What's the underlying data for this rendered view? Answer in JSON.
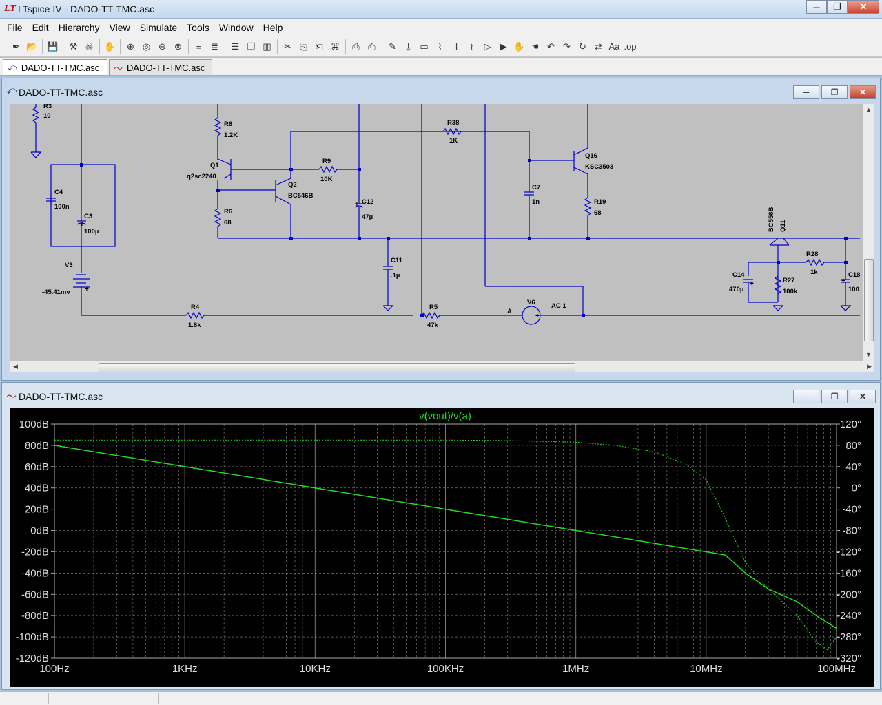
{
  "window": {
    "title": "LTspice IV - DADO-TT-TMC.asc",
    "icon": "LT"
  },
  "menu": [
    "File",
    "Edit",
    "Hierarchy",
    "View",
    "Simulate",
    "Tools",
    "Window",
    "Help"
  ],
  "toolbar_icons": [
    "new-schematic-icon",
    "open-icon",
    "save-icon",
    "control-panel-icon",
    "run-icon",
    "halt-icon",
    "zoom-in-icon",
    "zoom-full-icon",
    "zoom-out-icon",
    "zoom-cancel-icon",
    "autorange-icon",
    "mark-icon",
    "tile-horizontal-icon",
    "cascade-icon",
    "tile-vertical-icon",
    "cut-icon",
    "copy-icon",
    "paste-icon",
    "find-icon",
    "print-setup-icon",
    "print-icon",
    "wire-icon",
    "ground-icon",
    "label-icon",
    "resistor-icon",
    "capacitor-icon",
    "inductor-icon",
    "diode-icon",
    "component-icon",
    "move-icon",
    "drag-icon",
    "undo-icon",
    "redo-icon",
    "rotate-icon",
    "mirror-icon",
    "text-icon",
    "spice-directive-icon"
  ],
  "tabs": [
    {
      "label": "DADO-TT-TMC.asc",
      "icon": "schematic-icon",
      "active": true
    },
    {
      "label": "DADO-TT-TMC.asc",
      "icon": "waveform-icon",
      "active": false
    }
  ],
  "schematic_window": {
    "title": "DADO-TT-TMC.asc"
  },
  "plot_window": {
    "title": "DADO-TT-TMC.asc"
  },
  "schematic": {
    "labels": {
      "r3": "R3",
      "r3v": "10",
      "r8": "R8",
      "r8v": "1.2K",
      "q1": "Q1",
      "q1m": "q2sc2240",
      "q2": "Q2",
      "q2m": "BC546B",
      "r6": "R6",
      "r6v": "68",
      "r9": "R9",
      "r9v": "10K",
      "c12": "C12",
      "c12v": "47µ",
      "r38": "R38",
      "r38v": "1K",
      "c7": "C7",
      "c7v": "1n",
      "q16": "Q16",
      "q16m": "KSC3503",
      "r19": "R19",
      "r19v": "68",
      "c4": "C4",
      "c4v": "100n",
      "c3": "C3",
      "c3v": "100µ",
      "v3": "V3",
      "v3v": "-45.41mv",
      "c11": "C11",
      "c11v": ".1µ",
      "r4": "R4",
      "r4v": "1.8k",
      "r5": "R5",
      "r5v": "47k",
      "v6": "V6",
      "v6v": "AC 1",
      "node_a": "A",
      "q11": "Q11",
      "q11m": "BC556B",
      "r28": "R28",
      "r28v": "1k",
      "c14": "C14",
      "c14v": "470µ",
      "r27": "R27",
      "r27v": "100k",
      "c18": "C18",
      "c18v": "100"
    }
  },
  "colors": {
    "trace": "#22dd22",
    "grid": "#777777",
    "axis_text": "#dddddd",
    "wire": "#0000cc"
  },
  "chart_data": {
    "type": "line",
    "title": "v(vout)/v(a)",
    "x_scale": "log",
    "x_ticks": [
      "100Hz",
      "1KHz",
      "10KHz",
      "100KHz",
      "1MHz",
      "10MHz",
      "100MHz"
    ],
    "xlim": [
      100,
      100000000
    ],
    "y_left_ticks": [
      "100dB",
      "80dB",
      "60dB",
      "40dB",
      "20dB",
      "0dB",
      "-20dB",
      "-40dB",
      "-60dB",
      "-80dB",
      "-100dB",
      "-120dB"
    ],
    "ylim_left": [
      -120,
      100
    ],
    "y_right_ticks": [
      "120°",
      "80°",
      "40°",
      "0°",
      "-40°",
      "-80°",
      "-120°",
      "-160°",
      "-200°",
      "-240°",
      "-280°",
      "-320°"
    ],
    "ylim_right": [
      -320,
      120
    ],
    "series": [
      {
        "kind": "magnitude",
        "style": "solid",
        "x": [
          100,
          1000,
          10000,
          100000,
          1000000,
          10000000,
          14000000,
          20000000,
          30000000,
          50000000,
          70000000,
          100000000
        ],
        "y": [
          80,
          60,
          40,
          20,
          0,
          -20,
          -23,
          -40,
          -55,
          -67,
          -80,
          -92
        ]
      },
      {
        "kind": "phase",
        "style": "dashed",
        "x": [
          100,
          10000,
          100000,
          300000,
          1000000,
          2000000,
          4000000,
          7000000,
          10000000,
          13000000,
          20000000,
          30000000,
          50000000,
          70000000,
          85000000,
          100000000
        ],
        "y": [
          90,
          90,
          90,
          89,
          86,
          80,
          68,
          45,
          15,
          -40,
          -140,
          -190,
          -240,
          -290,
          -304,
          -280
        ]
      }
    ]
  }
}
